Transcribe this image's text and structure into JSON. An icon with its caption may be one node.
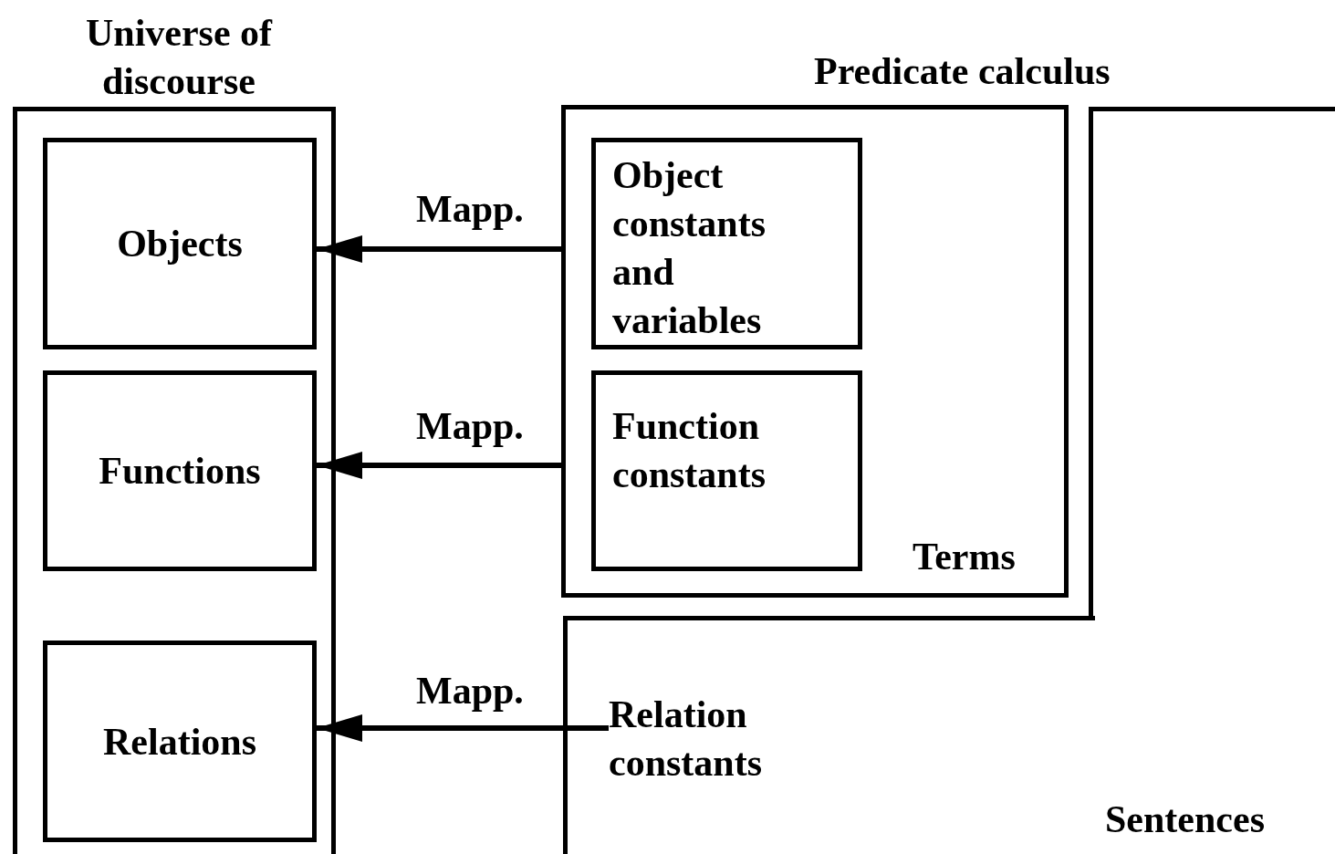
{
  "diagram": {
    "nodes": [
      {
        "text": [
          "Universe of discourse"
        ]
      },
      {
        "text": [
          "Objects"
        ],
        "in": 0
      },
      {
        "text": [
          "Functions"
        ],
        "in": 0
      },
      {
        "text": [
          "Relations"
        ],
        "in": 0
      },
      {
        "text": [
          "Terms"
        ]
      },
      {
        "text": [
          "Object constants and variables"
        ],
        "in": 4
      },
      {
        "text": [
          "Function constants"
        ],
        "in": 4
      },
      {
        "text": [
          "Sentences"
        ]
      },
      {
        "text": [
          "Relation constants"
        ],
        "in": 7
      }
    ],
    "edges": [
      {
        "from": 5,
        "to": 1,
        "arrow": "to",
        "label": "Mapp."
      },
      {
        "from": 6,
        "to": 2,
        "arrow": "to",
        "label": "Mapp."
      },
      {
        "from": 8,
        "to": 3,
        "arrow": "to",
        "label": "Mapp."
      }
    ],
    "labels": [
      "Predicate calculus"
    ]
  }
}
